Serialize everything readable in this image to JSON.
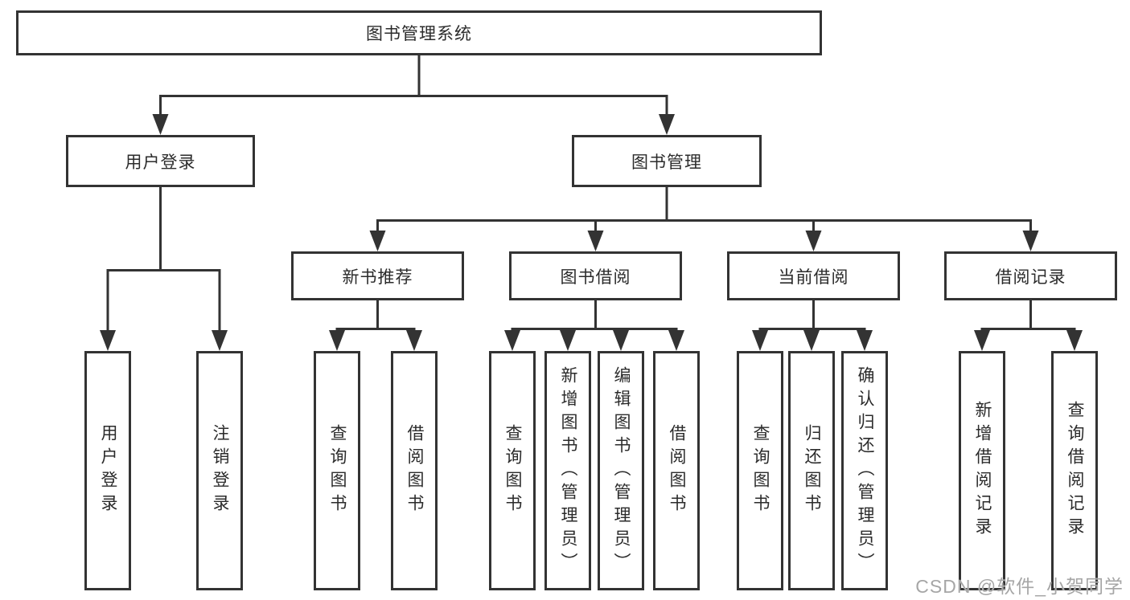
{
  "diagram": {
    "ink_color": "#333333",
    "text_color": "#2b2b2b",
    "root": {
      "label": "图书管理系统"
    },
    "level2": [
      {
        "label": "用户登录"
      },
      {
        "label": "图书管理"
      }
    ],
    "level3": [
      {
        "label": "新书推荐"
      },
      {
        "label": "图书借阅"
      },
      {
        "label": "当前借阅"
      },
      {
        "label": "借阅记录"
      }
    ],
    "leaves": {
      "user_login": [
        {
          "label": "用户登录"
        },
        {
          "label": "注销登录"
        }
      ],
      "new_book_recommend": [
        {
          "label": "查询图书"
        },
        {
          "label": "借阅图书"
        }
      ],
      "book_borrow": [
        {
          "label": "查询图书"
        },
        {
          "label": "新增图书（管理员）"
        },
        {
          "label": "编辑图书（管理员）"
        },
        {
          "label": "借阅图书"
        }
      ],
      "current_borrow": [
        {
          "label": "查询图书"
        },
        {
          "label": "归还图书"
        },
        {
          "label": "确认归还（管理员）"
        }
      ],
      "borrow_records": [
        {
          "label": "新增借阅记录"
        },
        {
          "label": "查询借阅记录"
        }
      ]
    }
  },
  "watermark": {
    "text": "CSDN @软件_小贺同学",
    "color": "#a6a6a6"
  }
}
